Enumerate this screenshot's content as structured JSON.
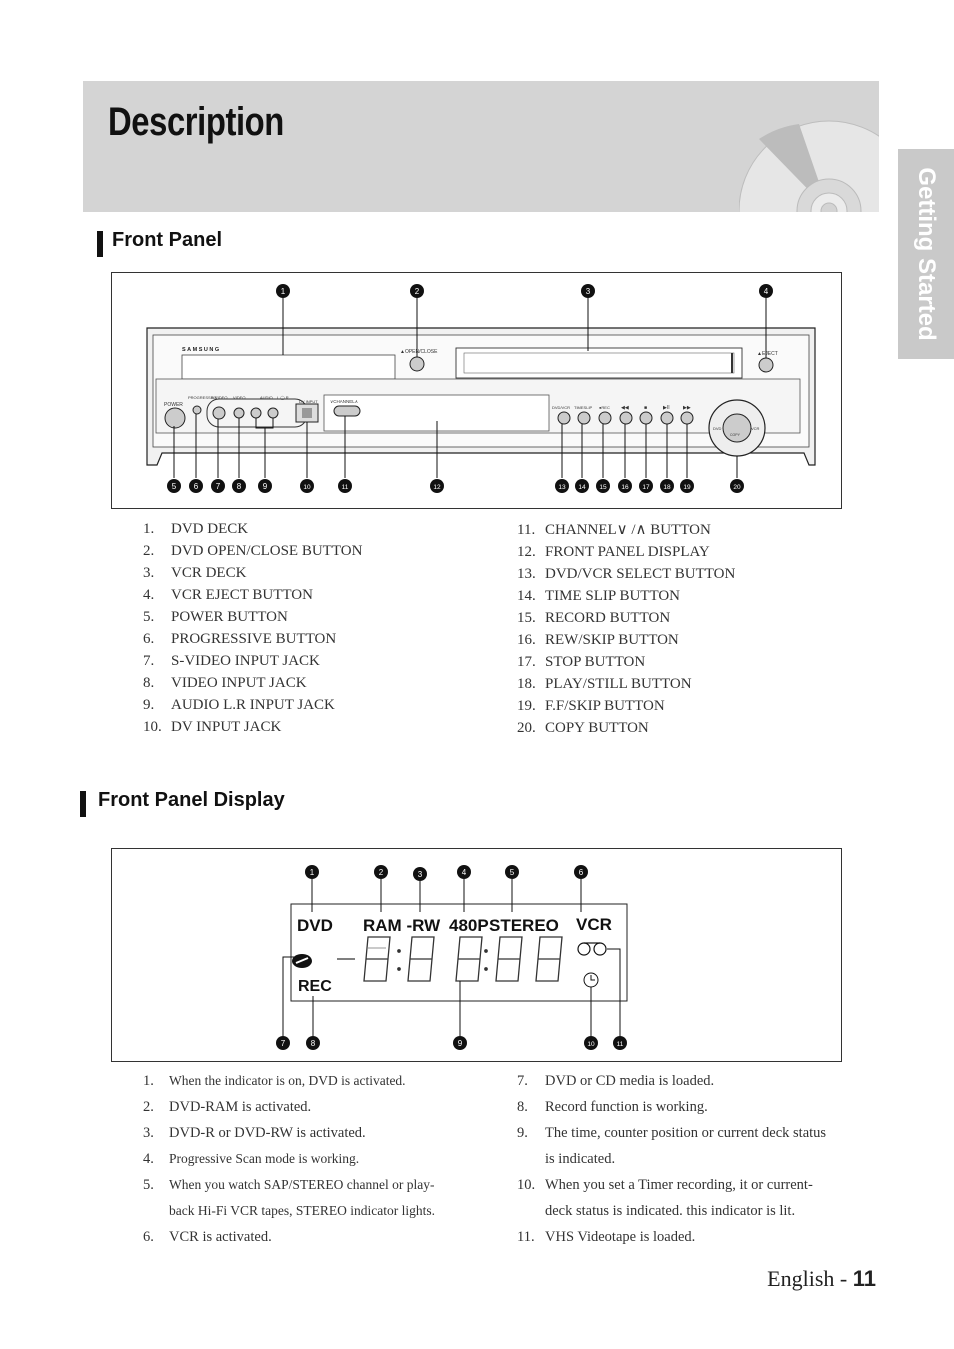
{
  "header": {
    "title": "Description"
  },
  "side_tab": {
    "label": "Getting Started"
  },
  "front_panel": {
    "heading": "Front Panel",
    "device": {
      "brand": "SAMSUNG",
      "open_close": "▲OPEN/CLOSE",
      "eject": "▲EJECT",
      "power": "POWER",
      "progressive": "PROGRESSIVE",
      "svideo": "S-VIDEO",
      "video": "VIDEO",
      "audio": "AUDIO",
      "lr": "L ◯ R",
      "dv_input": "DV INPUT",
      "channel": "∨CHANNEL∧",
      "dvd_vcr": "DVD/VCR",
      "timeslip": "TIMESLIP",
      "rec": "●REC",
      "rew": "◀◀",
      "stop": "■",
      "play": "▶II",
      "ff": "▶▶",
      "copy_dvd": "DVD",
      "copy_vcr": "VCR",
      "copy": "COPY"
    },
    "callouts": [
      "1",
      "2",
      "3",
      "4",
      "5",
      "6",
      "7",
      "8",
      "9",
      "10",
      "11",
      "12",
      "13",
      "14",
      "15",
      "16",
      "17",
      "18",
      "19",
      "20"
    ],
    "items_left": [
      {
        "num": "1.",
        "text": "DVD DECK"
      },
      {
        "num": "2.",
        "text": "DVD OPEN/CLOSE BUTTON"
      },
      {
        "num": "3.",
        "text": "VCR DECK"
      },
      {
        "num": "4.",
        "text": "VCR EJECT BUTTON"
      },
      {
        "num": "5.",
        "text": "POWER BUTTON"
      },
      {
        "num": "6.",
        "text": "PROGRESSIVE BUTTON"
      },
      {
        "num": "7.",
        "text": "S-VIDEO INPUT JACK"
      },
      {
        "num": "8.",
        "text": "VIDEO INPUT JACK"
      },
      {
        "num": "9.",
        "text": "AUDIO L.R INPUT JACK"
      },
      {
        "num": "10.",
        "text": "DV INPUT JACK"
      }
    ],
    "items_right": [
      {
        "num": "11.",
        "text": "CHANNEL∨ /∧ BUTTON"
      },
      {
        "num": "12.",
        "text": "FRONT PANEL DISPLAY"
      },
      {
        "num": "13.",
        "text": "DVD/VCR SELECT BUTTON"
      },
      {
        "num": "14.",
        "text": "TIME SLIP BUTTON"
      },
      {
        "num": "15.",
        "text": "RECORD BUTTON"
      },
      {
        "num": "16.",
        "text": "REW/SKIP BUTTON"
      },
      {
        "num": "17.",
        "text": "STOP BUTTON"
      },
      {
        "num": "18.",
        "text": "PLAY/STILL BUTTON"
      },
      {
        "num": "19.",
        "text": "F.F/SKIP BUTTON"
      },
      {
        "num": "20.",
        "text": "COPY BUTTON"
      }
    ]
  },
  "front_panel_display": {
    "heading": "Front Panel Display",
    "display": {
      "dvd": "DVD",
      "ram_rw": "RAM -RW",
      "p480": "480P",
      "stereo": "STEREO",
      "vcr": "VCR",
      "rec": "REC"
    },
    "callouts": [
      "1",
      "2",
      "3",
      "4",
      "5",
      "6",
      "7",
      "8",
      "9",
      "10",
      "11"
    ],
    "items_left": [
      {
        "num": "1.",
        "text": "When the indicator is on, DVD is activated."
      },
      {
        "num": "2.",
        "text": "DVD-RAM is activated."
      },
      {
        "num": "3.",
        "text": "DVD-R or DVD-RW is activated."
      },
      {
        "num": "4.",
        "text": "Progressive Scan mode is working."
      },
      {
        "num": "5.",
        "text": "When you watch SAP/STEREO channel or play-back Hi-Fi VCR tapes, STEREO indicator lights."
      },
      {
        "num": "6.",
        "text": "VCR is activated."
      }
    ],
    "items_right": [
      {
        "num": "7.",
        "text": "DVD or CD media is loaded."
      },
      {
        "num": "8.",
        "text": "Record function is working."
      },
      {
        "num": "9.",
        "text": "The time, counter position or current deck status is indicated."
      },
      {
        "num": "10.",
        "text": "When you set a Timer recording, it or current-deck status is indicated. this indicator is lit."
      },
      {
        "num": "11.",
        "text": "VHS Videotape is loaded."
      }
    ]
  },
  "footer": {
    "language": "English -",
    "page": "11"
  }
}
